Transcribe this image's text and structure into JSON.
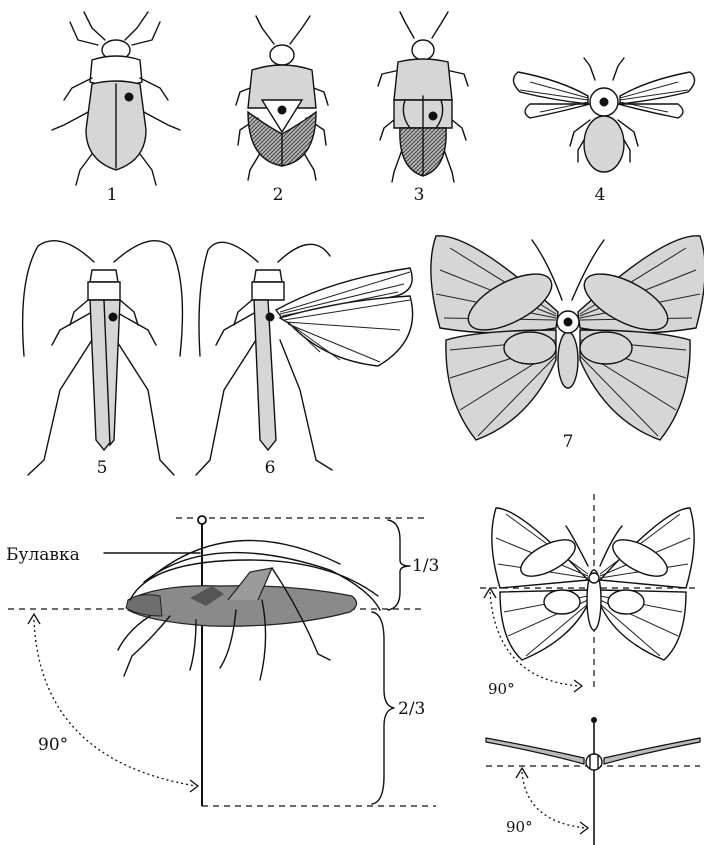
{
  "panels": [
    {
      "id": "beetle-1",
      "number": "1"
    },
    {
      "id": "bug-2",
      "number": "2"
    },
    {
      "id": "bug-3",
      "number": "3"
    },
    {
      "id": "wasp-4",
      "number": "4"
    },
    {
      "id": "grasshopper-5",
      "number": "5"
    },
    {
      "id": "grasshopper-6",
      "number": "6"
    },
    {
      "id": "butterfly-7",
      "number": "7"
    }
  ],
  "pin_diagram": {
    "pin_label": "Булавка",
    "upper_fraction": "1/3",
    "lower_fraction": "2/3",
    "angle_grasshopper": "90°",
    "angle_butterfly_top": "90°",
    "angle_butterfly_side": "90°"
  },
  "colors": {
    "ink": "#111111",
    "body_fill": "#d6d6d6",
    "background": "#ffffff"
  }
}
